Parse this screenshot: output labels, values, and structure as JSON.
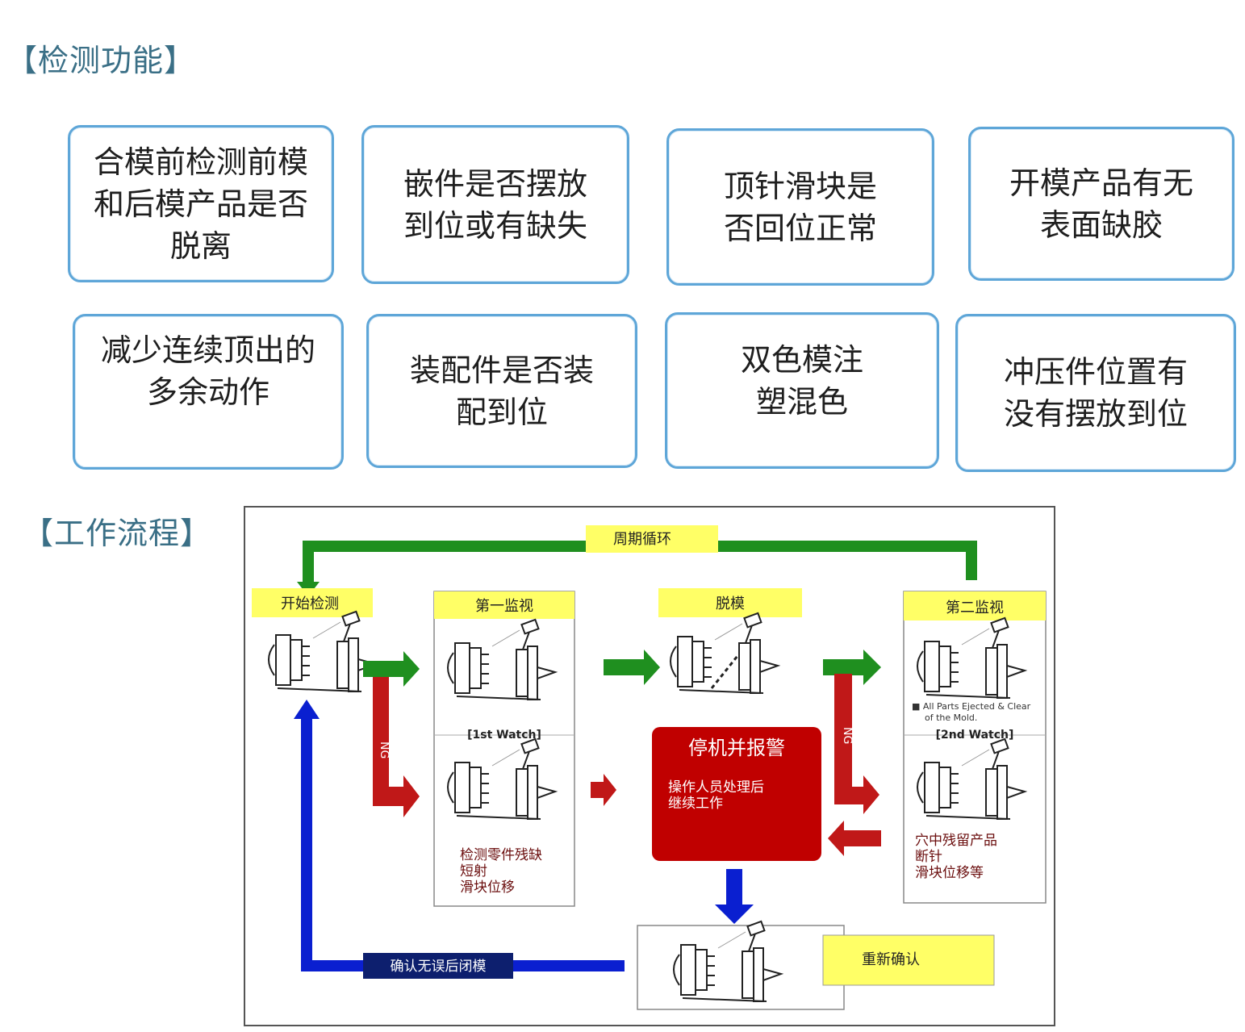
{
  "sections": {
    "detection_title": "【检测功能】",
    "workflow_title": "【工作流程】"
  },
  "cards": [
    "合模前检测前模\n和后模产品是否\n脱离",
    "嵌件是否摆放\n到位或有缺失",
    "顶针滑块是\n否回位正常",
    "开模产品有无\n表面缺胶",
    "减少连续顶出的\n多余动作",
    "装配件是否装\n配到位",
    "双色模注\n塑混色",
    "冲压件位置有\n没有摆放到位"
  ],
  "flow": {
    "cycle_label": "周期循环",
    "start_label": "开始检测",
    "watch1_label": "第一监视",
    "demold_label": "脱模",
    "watch2_label": "第二监视",
    "watch1_en": "[1st Watch]",
    "watch2_en": "[2nd Watch]",
    "ng1": "NG",
    "ng2": "NG",
    "watch1_notes": [
      "检测零件残缺",
      "短射",
      "滑块位移"
    ],
    "watch2_caption": [
      "■ All Parts Ejected & Clear",
      "of the Mold."
    ],
    "watch2_notes": [
      "穴中残留产品",
      "断针",
      "滑块位移等"
    ],
    "alarm_title": "停机并报警",
    "alarm_notes": [
      "操作人员处理后",
      "继续工作"
    ],
    "confirm_close": "确认无误后闭模",
    "recheck": "重新确认"
  },
  "colors": {
    "card_border": "#5ea6d8",
    "green": "#1f8f1f",
    "red": "#c01818",
    "blue": "#0a1fd0",
    "yellow": "#ffff66",
    "navy": "#0d1f6e"
  }
}
